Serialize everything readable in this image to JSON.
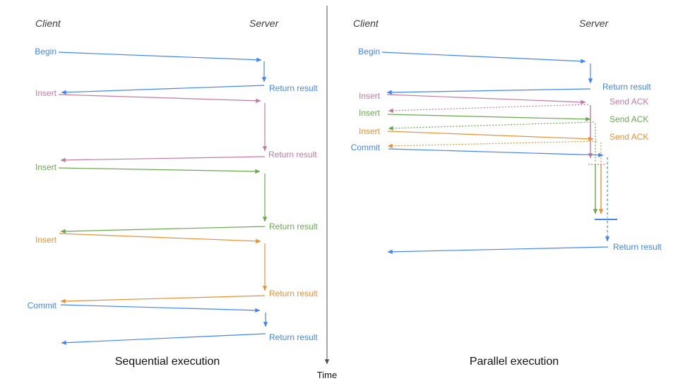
{
  "colors": {
    "blue": "#4285f4",
    "pink": "#c27ba0",
    "green": "#6aa84f",
    "orange": "#e69138",
    "heading": "#3d3d3d",
    "caption": "#111111",
    "axis": "#4d4d4d"
  },
  "timeline": {
    "label": "Time"
  },
  "sequential": {
    "caption": "Sequential execution",
    "client_header": "Client",
    "server_header": "Server",
    "ops": [
      {
        "label": "Begin",
        "color": "blue",
        "response": "Return result"
      },
      {
        "label": "Insert",
        "color": "pink",
        "response": "Return result"
      },
      {
        "label": "Insert",
        "color": "green",
        "response": "Return result"
      },
      {
        "label": "Insert",
        "color": "orange",
        "response": "Return result"
      },
      {
        "label": "Commit",
        "color": "blue",
        "response": "Return result"
      }
    ]
  },
  "parallel": {
    "caption": "Parallel execution",
    "client_header": "Client",
    "server_header": "Server",
    "ops": [
      {
        "label": "Begin",
        "color": "blue",
        "response": "Return result"
      },
      {
        "label": "Insert",
        "color": "pink",
        "response": "Send ACK"
      },
      {
        "label": "Insert",
        "color": "green",
        "response": "Send ACK"
      },
      {
        "label": "Insert",
        "color": "orange",
        "response": "Send ACK"
      },
      {
        "label": "Commit",
        "color": "blue",
        "response": "Return result"
      }
    ]
  }
}
